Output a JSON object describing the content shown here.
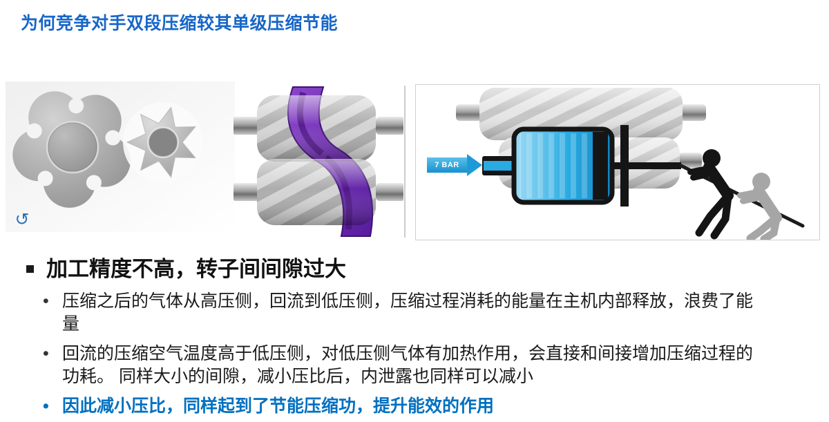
{
  "slide": {
    "title": "为何竞争对手双段压缩较其单级压缩节能",
    "pressure_label": "7 BAR",
    "rotate_icon_glyph": "↺",
    "colors": {
      "title_blue": "#1766C8",
      "emphasis_blue": "#0070C0",
      "arrow_blue": "#29ABE2",
      "screw_purple": "#6B2FA8",
      "rotor_gray": "#9A9A9A"
    },
    "bullets": {
      "heading": "加工精度不高，转子间间隙过大",
      "items": [
        {
          "marker": "•",
          "text": "压缩之后的气体从高压侧，回流到低压侧，压缩过程消耗的能量在主机内部释放，浪费了能量"
        },
        {
          "marker": "•",
          "text": "回流的压缩空气温度高于低压侧，对低压侧气体有加热作用，会直接和间接增加压缩过程的功耗。 同样大小的间隙，减小压比后，内泄露也同样可以减小"
        },
        {
          "marker": "•",
          "text": "因此减小压比，同样起到了节能压缩功，提升能效的作用"
        }
      ]
    }
  }
}
